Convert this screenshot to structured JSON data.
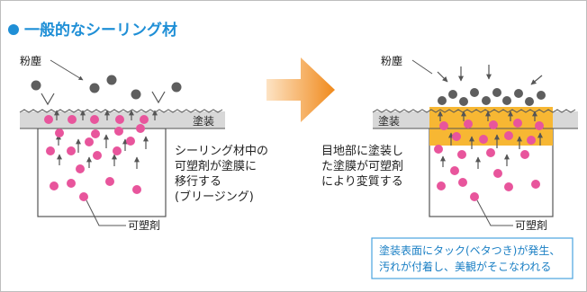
{
  "title": "一般的なシーリング材",
  "left_panel": {
    "dust_label": "粉塵",
    "coating_label": "塗装",
    "plasticizer_label": "可塑剤",
    "description_lines": [
      "シーリング材中の",
      "可塑剤が塗膜に",
      "移行する",
      "(ブリージング)"
    ]
  },
  "right_panel": {
    "dust_label": "粉塵",
    "coating_label": "塗装",
    "plasticizer_label": "可塑剤",
    "description_lines": [
      "目地部に塗装し",
      "た塗膜が可塑剤",
      "により変質する"
    ],
    "result_lines": [
      "塗装表面にタック(ベタつき)が発生、",
      "汚れが付着し、美観がそこなわれる"
    ]
  },
  "colors": {
    "accent_blue": "#1f8fd6",
    "title_dot": "#1f8fd6",
    "arrow_orange": "#f08a1c",
    "coating_gray": "#d8d8d8",
    "altered_coating": "#f7b733",
    "plasticizer_pink": "#e8559c",
    "dust_gray": "#5e5e5e",
    "line": "#444444",
    "result_box_border": "#4aa3df",
    "result_text": "#1a7fc4"
  }
}
